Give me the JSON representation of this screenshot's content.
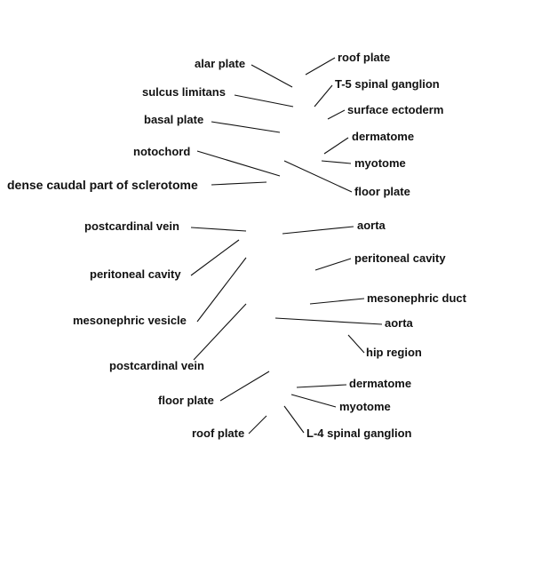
{
  "labels": {
    "alar_plate": "alar plate",
    "sulcus_limitans": "sulcus limitans",
    "basal_plate": "basal plate",
    "notochord": "notochord",
    "dense_caudal_sclerotome": "dense caudal part of sclerotome",
    "postcardinal_vein_upper": "postcardinal vein",
    "peritoneal_cavity_left": "peritoneal cavity",
    "mesonephric_vesicle": "mesonephric vesicle",
    "postcardinal_vein_lower": "postcardinal vein",
    "floor_plate_lower": "floor plate",
    "roof_plate_lower": "roof plate",
    "roof_plate_upper": "roof plate",
    "t5_spinal_ganglion": "T-5 spinal ganglion",
    "surface_ectoderm": "surface ectoderm",
    "dermatome_upper": "dermatome",
    "myotome_upper": "myotome",
    "floor_plate_upper": "floor plate",
    "aorta_upper": "aorta",
    "peritoneal_cavity_right": "peritoneal cavity",
    "mesonephric_duct": "mesonephric duct",
    "aorta_lower": "aorta",
    "hip_region": "hip region",
    "dermatome_lower": "dermatome",
    "myotome_lower": "myotome",
    "l4_spinal_ganglion": "L-4 spinal ganglion"
  }
}
